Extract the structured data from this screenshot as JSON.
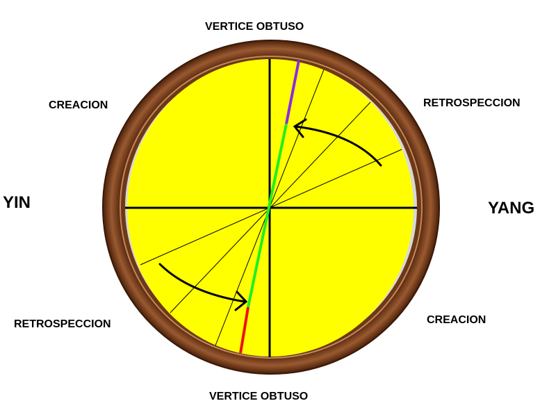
{
  "labels": {
    "top": "VERTICE OBTUSO",
    "bottom": "VERTICE OBTUSO",
    "upper_left": "CREACION",
    "upper_right": "RETROSPECCION",
    "lower_left": "RETROSPECCION",
    "lower_right": "CREACION",
    "left": "YIN",
    "right": "YANG"
  },
  "colors": {
    "dial_fill": "#ffff00",
    "frame": "#6b3416",
    "axis": "#000000",
    "segment_top": "#8a2be2",
    "segment_middle": "#22ee22",
    "segment_bottom": "#ee1111"
  }
}
